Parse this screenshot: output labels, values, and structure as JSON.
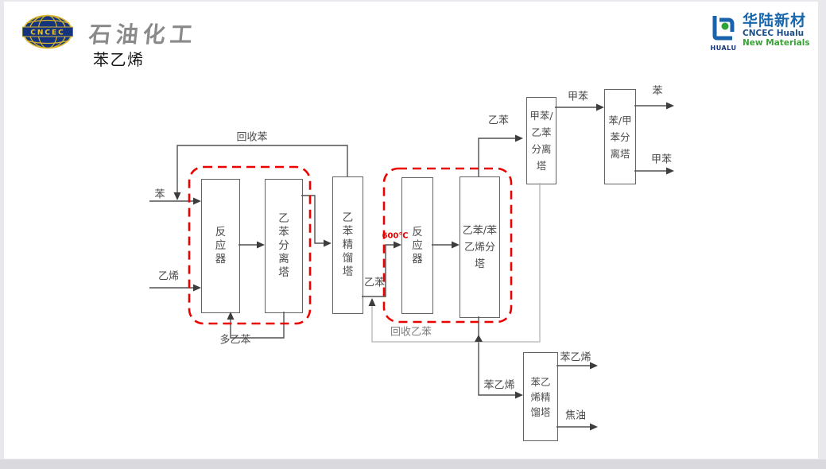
{
  "header": {
    "logo_text": "CNCEC",
    "brand_cn": "石油化工",
    "title": "苯乙烯",
    "right_logo": {
      "mark_text": "HUALU",
      "name_cn": "华陆新材",
      "name_en1": "CNCEC Hualu",
      "name_en2": "New Materials"
    }
  },
  "diagram": {
    "boxes": {
      "reactor1": "反\n应\n器",
      "eb_sep": "乙\n苯\n分\n离\n塔",
      "eb_dist": "乙\n苯\n精\n馏\n塔",
      "reactor2": "反\n应\n器",
      "eb_sm_split": "乙苯/苯\n乙烯分\n塔",
      "tol_eb_split": "甲苯/\n乙苯\n分离\n塔",
      "benz_tol_split": "苯/甲\n苯分\n离塔",
      "sm_dist": "苯乙\n烯精\n馏塔"
    },
    "streams": {
      "benzene_feed": "苯",
      "ethylene_feed": "乙烯",
      "recycle_benzene": "回收苯",
      "poly_eb": "多乙苯",
      "eb_mid": "乙苯",
      "recycle_eb": "回收乙苯",
      "temp": "600℃",
      "eb_top": "乙苯",
      "toluene_mid": "甲苯",
      "benzene_out": "苯",
      "toluene_out": "甲苯",
      "styrene_mid": "苯乙烯",
      "styrene_out": "苯乙烯",
      "tar_out": "焦油"
    }
  }
}
